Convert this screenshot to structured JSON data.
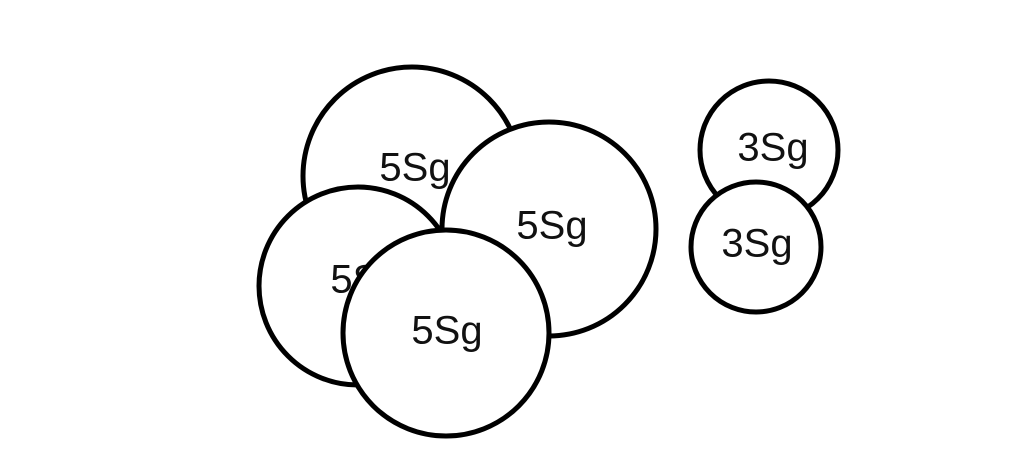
{
  "colors": {
    "background": "#ffffff",
    "stroke": "#000000",
    "fill": "#ffffff",
    "text": "#111111"
  },
  "circles": [
    {
      "id": "big-5sg-top-left",
      "label": "5Sg"
    },
    {
      "id": "big-5sg-top-right",
      "label": "5Sg"
    },
    {
      "id": "big-5sg-left",
      "label": "5Sg"
    },
    {
      "id": "big-5sg-front",
      "label": "5Sg"
    },
    {
      "id": "small-3sg-top",
      "label": "3Sg"
    },
    {
      "id": "small-3sg-bottom",
      "label": "3Sg"
    }
  ]
}
